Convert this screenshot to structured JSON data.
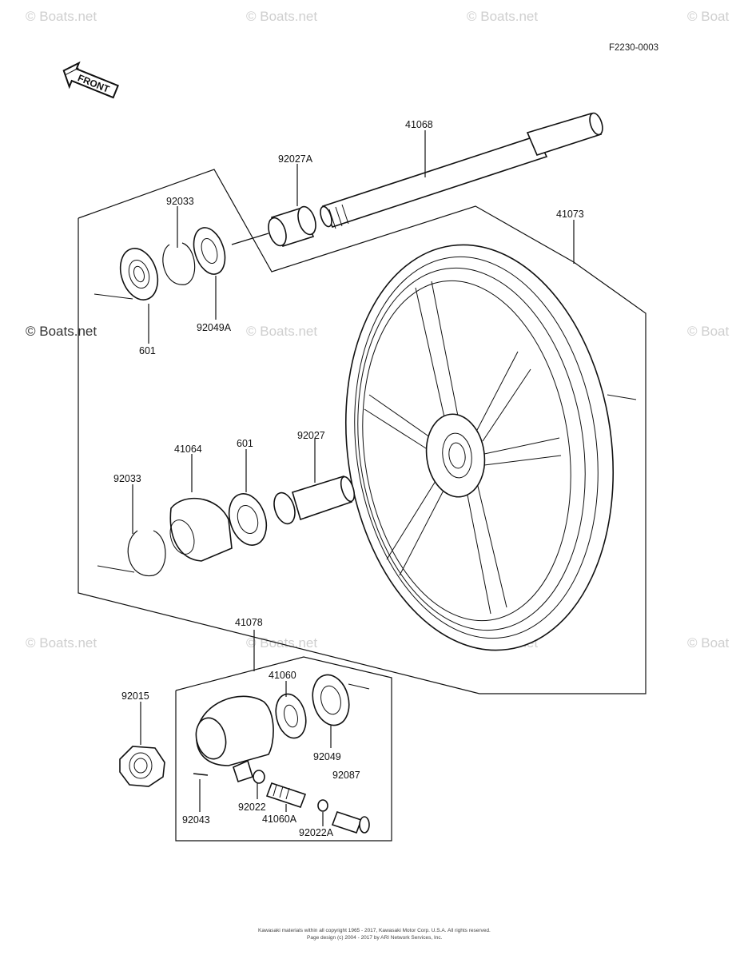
{
  "figure_code": "F2230-0003",
  "front_label": "FRONT",
  "watermarks": {
    "light": "© Boats.net",
    "dark": "© Boats.net",
    "partial": "© Boat"
  },
  "footer": {
    "line1": "Kawasaki materials within all copyright 1965 - 2017, Kawasaki Motor Corp. U.S.A.  All rights reserved.",
    "line2": "Page design (c) 2004 - 2017 by ARI Network Services, Inc."
  },
  "parts": {
    "p41068": "41068",
    "p92027A": "92027A",
    "p92033_top": "92033",
    "p41073": "41073",
    "p601_top": "601",
    "p92049A": "92049A",
    "p41064": "41064",
    "p601_mid": "601",
    "p92027": "92027",
    "p92033_mid": "92033",
    "p41078": "41078",
    "p41060": "41060",
    "p92015": "92015",
    "p92049": "92049",
    "p92087": "92087",
    "p92043": "92043",
    "p92022": "92022",
    "p41060A": "41060A",
    "p92022A": "92022A"
  }
}
